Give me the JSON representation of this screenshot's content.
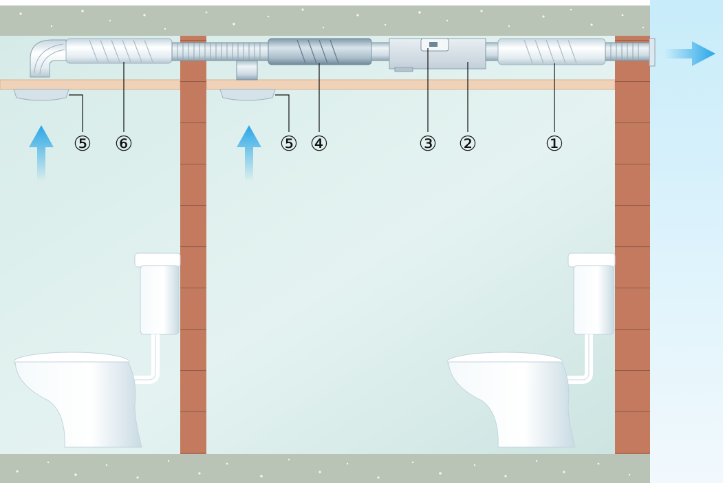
{
  "colors": {
    "concrete": "#b9c4b6",
    "room_wall": "#d7ebe8",
    "brick": "#c47a5e",
    "ceiling": "#efd2b8",
    "duct": "#d7e3ea",
    "arrow": "#29a6e8",
    "sky": "#cfeffa"
  },
  "callouts": [
    "⑤",
    "⑥",
    "⑤",
    "④",
    "③",
    "②",
    "①"
  ]
}
